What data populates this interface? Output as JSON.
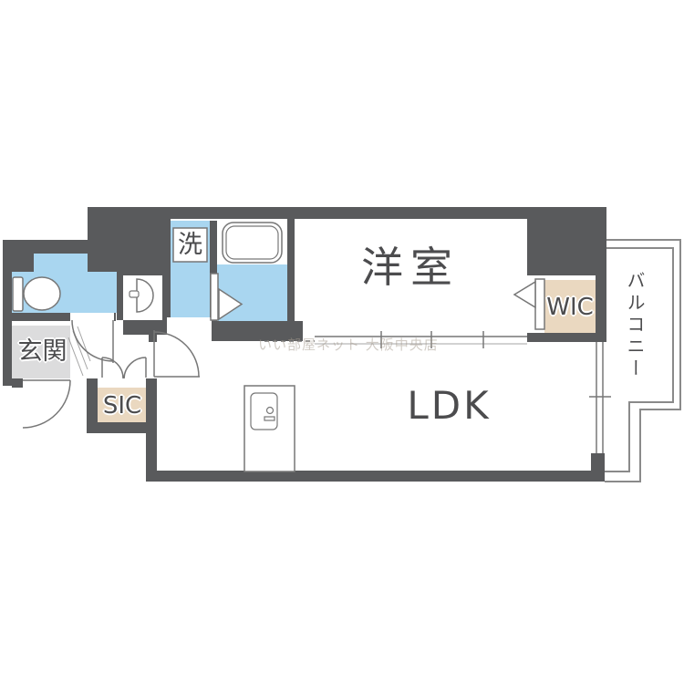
{
  "floorplan": {
    "labels": {
      "western_room": "洋室",
      "ldk": "LDK",
      "wic": "WIC",
      "sic": "SIC",
      "entrance": "玄関",
      "laundry": "洗",
      "balcony": "バルコニー"
    },
    "watermark": "いい部屋ネット 大阪中央店",
    "colors": {
      "wall": "#595a5c",
      "water": "#a9d6f0",
      "closet": "#ead8c0",
      "entry": "#dcdcdd",
      "line": "#777777",
      "balcony_line": "#8a8a8a",
      "text": "#4c4c4e",
      "watermark": "#a59b8f"
    }
  }
}
